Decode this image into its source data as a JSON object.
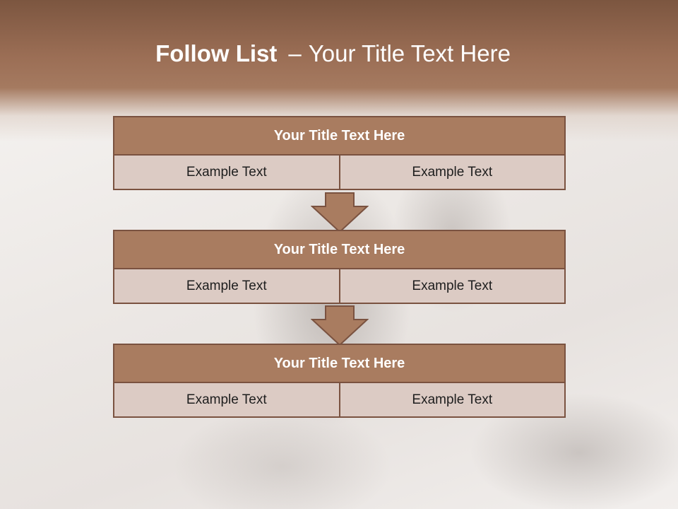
{
  "slide": {
    "title_bold": "Follow List",
    "title_separator": "–",
    "title_rest": "Your Title Text Here"
  },
  "blocks": [
    {
      "header": "Your Title Text Here",
      "left": "Example Text",
      "right": "Example Text"
    },
    {
      "header": "Your Title Text Here",
      "left": "Example Text",
      "right": "Example Text"
    },
    {
      "header": "Your Title Text Here",
      "left": "Example Text",
      "right": "Example Text"
    }
  ],
  "colors": {
    "header_fill": "#a97c60",
    "border": "#7a5240",
    "cell_fill": "#dccbc4",
    "title_band": "#9b6e55"
  }
}
